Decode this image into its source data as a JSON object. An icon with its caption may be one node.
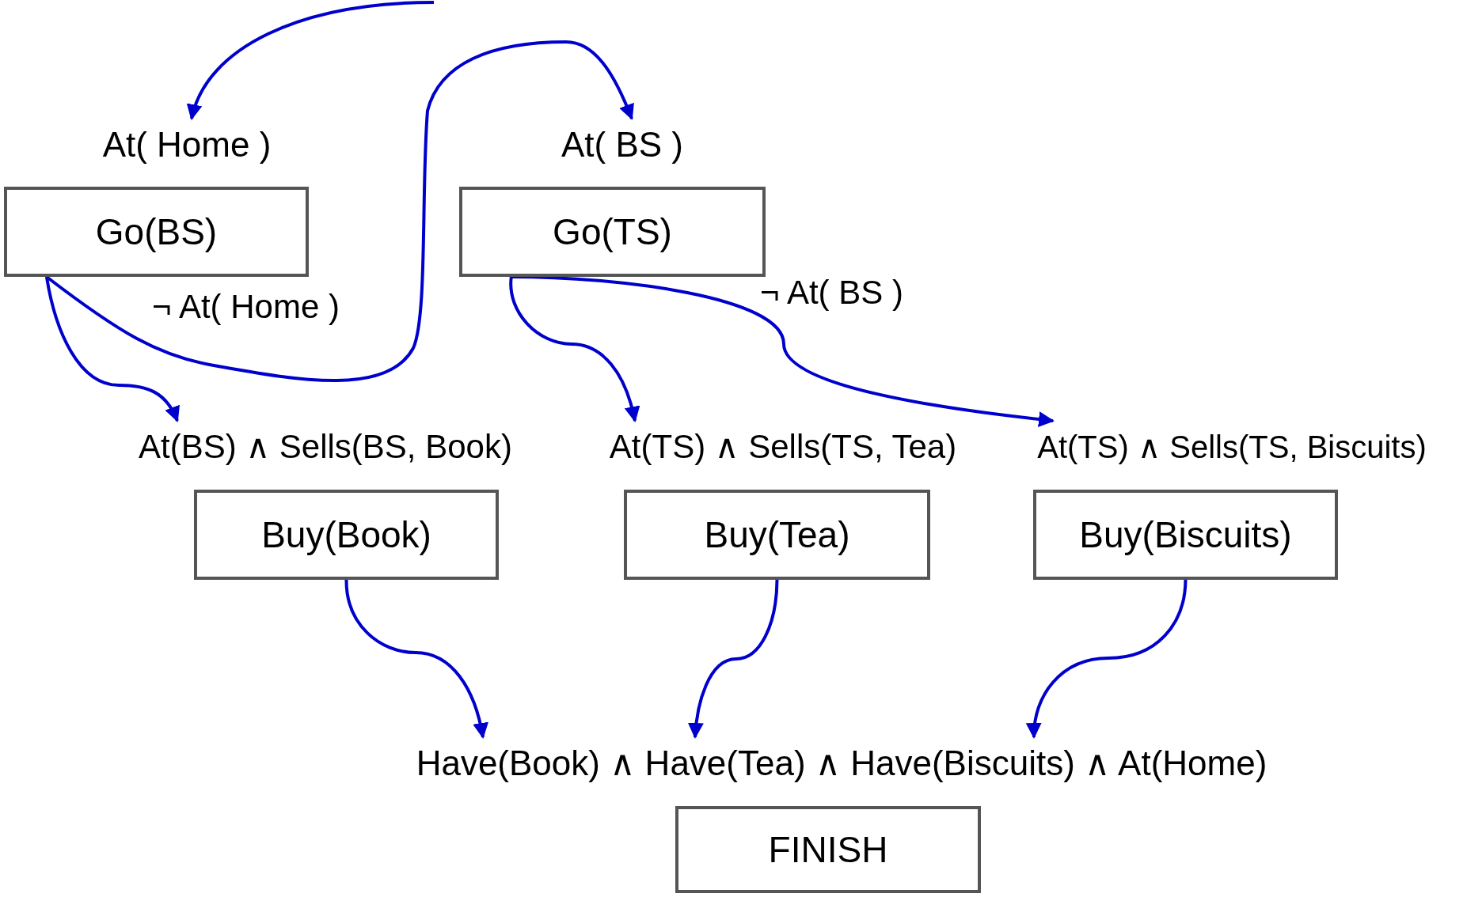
{
  "diagram": {
    "nodes": [
      {
        "text": [
          "At( Home )",
          "Go(BS)"
        ],
        "beside": [
          "¬ At( Home )"
        ]
      },
      {
        "text": [
          "At( BS )",
          "Go(TS)"
        ],
        "beside": [
          "¬ At( BS )"
        ]
      },
      {
        "text": [
          "At(BS) ∧ Sells(BS, Book)",
          "Buy(Book)"
        ]
      },
      {
        "text": [
          "At(TS) ∧ Sells(TS, Tea)",
          "Buy(Tea)"
        ]
      },
      {
        "text": [
          "At(TS) ∧ Sells(TS, Biscuits)",
          "Buy(Biscuits)"
        ]
      },
      {
        "text": [
          "Have(Book) ∧ Have(Tea) ∧ Have(Biscuits) ∧ At(Home)",
          "FINISH"
        ]
      }
    ],
    "edges": [
      {
        "from": null,
        "to": 0,
        "arrow": "to"
      },
      {
        "from": 0,
        "to": 2,
        "arrow": "to"
      },
      {
        "from": 0,
        "to": 1,
        "arrow": "to"
      },
      {
        "from": 1,
        "to": 3,
        "arrow": "to"
      },
      {
        "from": 1,
        "to": 4,
        "arrow": "to"
      },
      {
        "from": 2,
        "to": 5,
        "arrow": "to"
      },
      {
        "from": 3,
        "to": 5,
        "arrow": "to"
      },
      {
        "from": 4,
        "to": 5,
        "arrow": "to"
      }
    ]
  }
}
